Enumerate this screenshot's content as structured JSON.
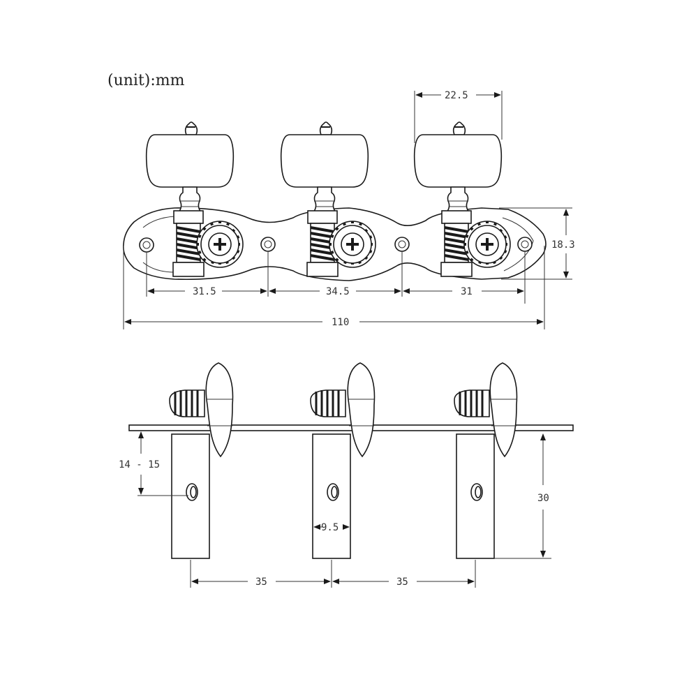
{
  "unit_label": "(unit):mm",
  "top_view": {
    "dimensions": {
      "knob_width": "22.5",
      "plate_height": "18.3",
      "hole_spacing_1": "31.5",
      "hole_spacing_2": "34.5",
      "hole_spacing_3": "31",
      "overall_length": "110"
    }
  },
  "side_view": {
    "dimensions": {
      "hole_depth": "14 - 15",
      "post_length": "30",
      "post_diameter": "9.5",
      "post_spacing_1": "35",
      "post_spacing_2": "35"
    }
  }
}
